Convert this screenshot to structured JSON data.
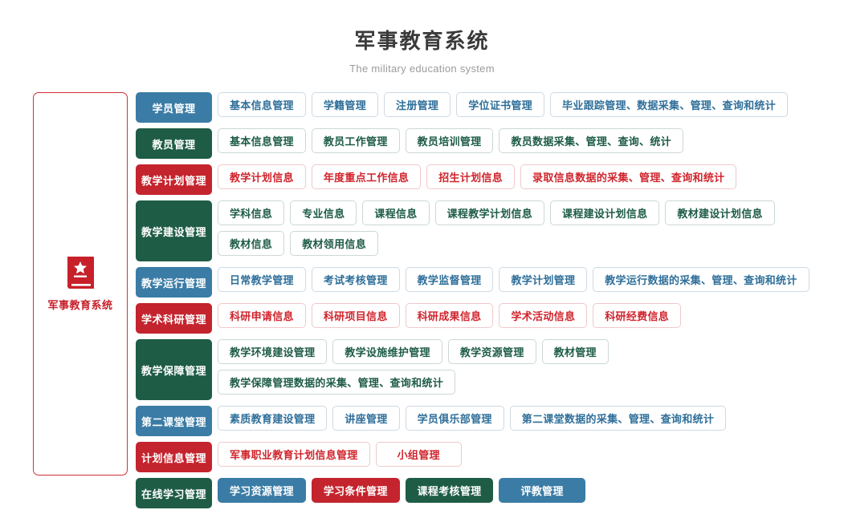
{
  "header": {
    "title": "军事教育系统",
    "subtitle": "The military education system"
  },
  "sidebar": {
    "icon": "book-star-icon",
    "label": "军事教育系统",
    "accent_color": "#c7202a"
  },
  "colors": {
    "blue": "#3a7ca5",
    "green": "#1e5c46",
    "red": "#c4242d",
    "blue_text": "#2f6f9a",
    "green_text": "#1e5c46",
    "red_text": "#d0252d",
    "chip_border": "#cfcfcf"
  },
  "rows": [
    {
      "label": "学员管理",
      "theme": "blue",
      "style": "outline",
      "items": [
        {
          "label": "基本信息管理"
        },
        {
          "label": "学籍管理"
        },
        {
          "label": "注册管理"
        },
        {
          "label": "学位证书管理"
        },
        {
          "label": "毕业跟踪管理、数据采集、管理、查询和统计"
        }
      ]
    },
    {
      "label": "教员管理",
      "theme": "green",
      "style": "outline",
      "items": [
        {
          "label": "基本信息管理"
        },
        {
          "label": "教员工作管理"
        },
        {
          "label": "教员培训管理"
        },
        {
          "label": "教员数据采集、管理、查询、统计"
        }
      ]
    },
    {
      "label": "教学计划管理",
      "theme": "red",
      "style": "outline",
      "items": [
        {
          "label": "教学计划信息"
        },
        {
          "label": "年度重点工作信息"
        },
        {
          "label": "招生计划信息"
        },
        {
          "label": "录取信息数据的采集、管理、查询和统计"
        }
      ]
    },
    {
      "label": "教学建设管理",
      "theme": "green",
      "style": "outline",
      "tall": true,
      "items": [
        {
          "label": "学科信息"
        },
        {
          "label": "专业信息"
        },
        {
          "label": "课程信息"
        },
        {
          "label": "课程教学计划信息"
        },
        {
          "label": "课程建设计划信息"
        },
        {
          "label": "教材建设计划信息"
        },
        {
          "label": "教材信息"
        },
        {
          "label": "教材领用信息"
        }
      ]
    },
    {
      "label": "教学运行管理",
      "theme": "blue",
      "style": "outline",
      "items": [
        {
          "label": "日常教学管理"
        },
        {
          "label": "考试考核管理"
        },
        {
          "label": "教学监督管理"
        },
        {
          "label": "教学计划管理"
        },
        {
          "label": "教学运行数据的采集、管理、查询和统计"
        }
      ]
    },
    {
      "label": "学术科研管理",
      "theme": "red",
      "style": "outline",
      "items": [
        {
          "label": "科研申请信息"
        },
        {
          "label": "科研项目信息"
        },
        {
          "label": "科研成果信息"
        },
        {
          "label": "学术活动信息"
        },
        {
          "label": "科研经费信息"
        }
      ]
    },
    {
      "label": "教学保障管理",
      "theme": "green",
      "style": "outline",
      "items": [
        {
          "label": "教学环境建设管理"
        },
        {
          "label": "教学设施维护管理"
        },
        {
          "label": "教学资源管理"
        },
        {
          "label": "教材管理"
        },
        {
          "label": "教学保障管理数据的采集、管理、查询和统计"
        }
      ]
    },
    {
      "label": "第二课堂管理",
      "theme": "blue",
      "style": "outline",
      "items": [
        {
          "label": "素质教育建设管理"
        },
        {
          "label": "讲座管理"
        },
        {
          "label": "学员俱乐部管理"
        },
        {
          "label": "第二课堂数据的采集、管理、查询和统计"
        }
      ]
    },
    {
      "label": "计划信息管理",
      "theme": "red",
      "style": "outline",
      "items": [
        {
          "label": "军事职业教育计划信息管理"
        },
        {
          "label": "小组管理",
          "wide": true
        }
      ]
    },
    {
      "label": "在线学习管理",
      "theme": "green",
      "style": "solid",
      "items": [
        {
          "label": "学习资源管理",
          "fill": "blue"
        },
        {
          "label": "学习条件管理",
          "fill": "red"
        },
        {
          "label": "课程考核管理",
          "fill": "green"
        },
        {
          "label": "评教管理",
          "fill": "blue",
          "wide": true
        }
      ]
    }
  ]
}
